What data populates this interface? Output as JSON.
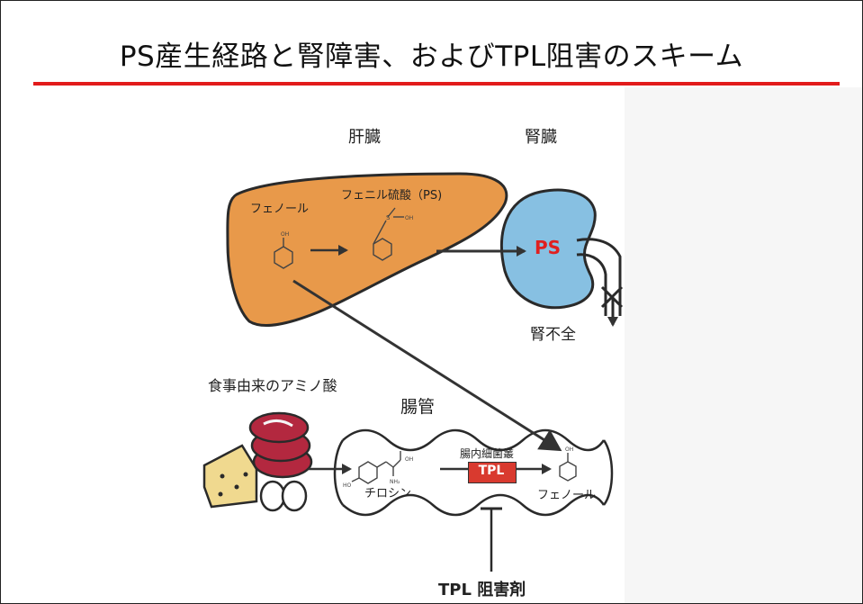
{
  "title": "PS産生経路と腎障害、およびTPL阻害のスキーム",
  "labels": {
    "liver": "肝臓",
    "kidney": "腎臓",
    "phenol_liver": "フェノール",
    "phenyl_sulfate": "フェニル硫酸（PS)",
    "ps": "PS",
    "renal_failure": "腎不全",
    "dietary_amino_acids": "食事由来のアミノ酸",
    "intestine": "腸管",
    "gut_bacteria": "腸内細菌叢",
    "tpl": "TPL",
    "tyrosine": "チロシン",
    "phenol_gut": "フェノール",
    "tpl_inhibitor": "TPL 阻害剤"
  },
  "colors": {
    "accent_line": "#e21b1b",
    "liver_fill": "#e8994a",
    "kidney_fill": "#87c0e2",
    "tpl_box": "#d93a2f",
    "ps_text": "#e02020",
    "meat": "#b3283f",
    "cheese": "#f0d98f"
  }
}
